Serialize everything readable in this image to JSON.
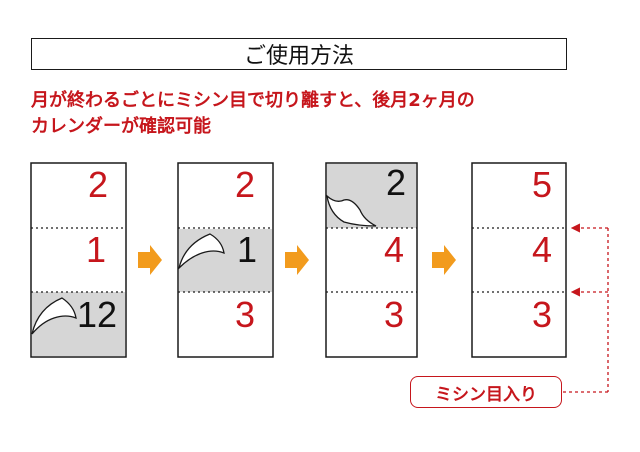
{
  "title": "ご使用方法",
  "subtitle_lines": [
    "月が終わるごとにミシン目で切り離すと、後月2ヶ月の",
    "カレンダーが確認可能"
  ],
  "steps": [
    {
      "pages": [
        "2",
        "1",
        "12"
      ],
      "peel_page": "12"
    },
    {
      "pages": [
        "2",
        "1",
        "3"
      ],
      "peel_page": "1"
    },
    {
      "pages": [
        "2",
        "4",
        "3"
      ],
      "peel_page": "2"
    },
    {
      "pages": [
        "5",
        "4",
        "3"
      ],
      "peel_page": null
    }
  ],
  "perforation_label": "ミシン目入り",
  "colors": {
    "accent_red": "#c6161c",
    "arrow_orange": "#f29b1d",
    "peel_gray": "#d6d6d6",
    "ink": "#111111"
  }
}
